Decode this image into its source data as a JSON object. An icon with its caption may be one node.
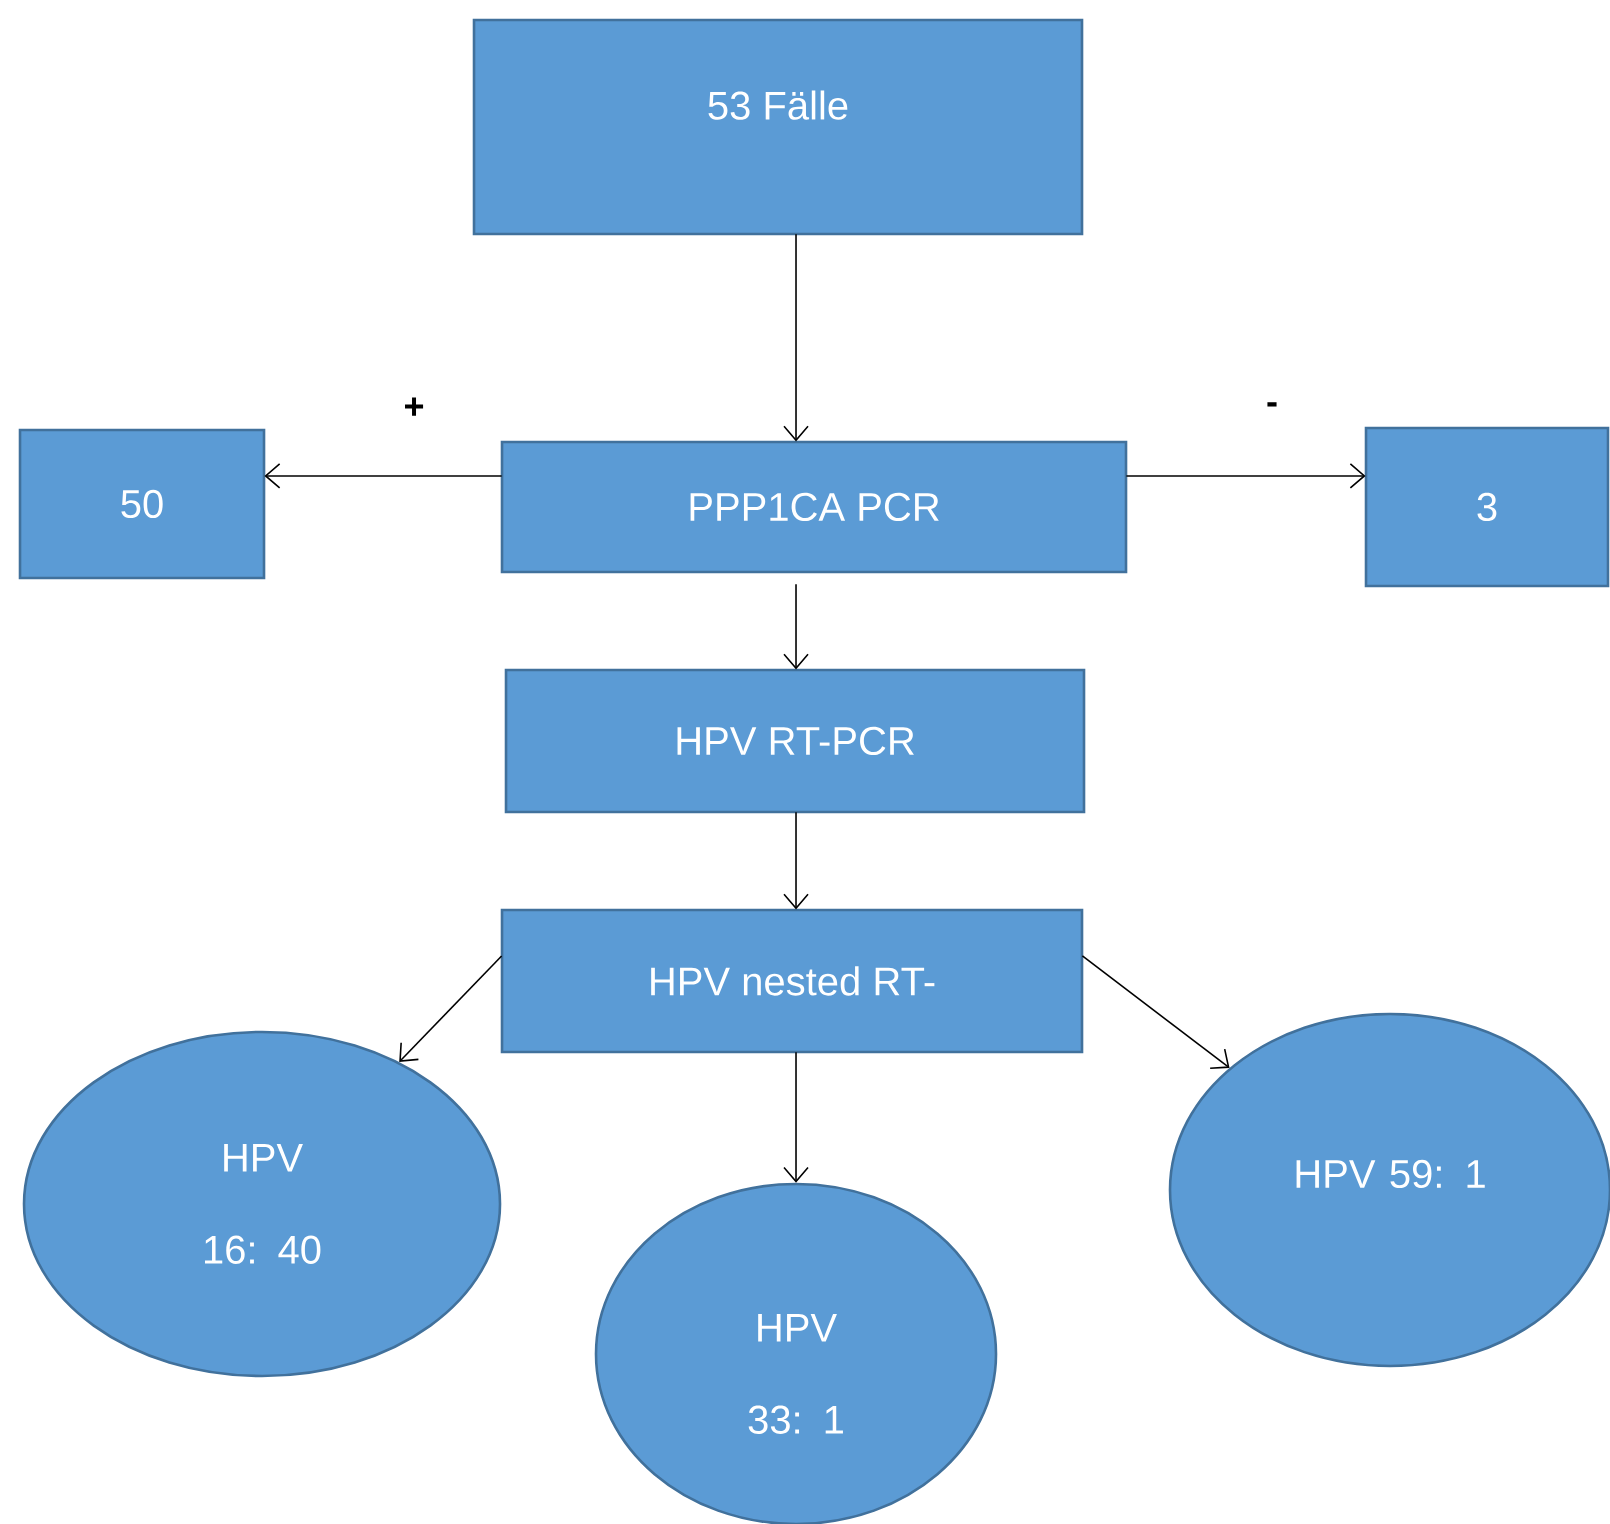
{
  "diagram": {
    "nodes": [
      {
        "text": [
          "53 Fälle"
        ]
      },
      {
        "text": [
          "50"
        ]
      },
      {
        "text": [
          "PPP1CA PCR"
        ]
      },
      {
        "text": [
          "3"
        ]
      },
      {
        "text": [
          "HPV RT-PCR"
        ]
      },
      {
        "text": [
          "HPV nested RT-"
        ]
      },
      {
        "text": [
          "HPV 16: 40"
        ]
      },
      {
        "text": [
          "HPV 33: 1"
        ]
      },
      {
        "text": [
          "HPV 59: 1"
        ]
      }
    ],
    "edges": [
      {
        "from": 0,
        "to": 2,
        "arrow": "to"
      },
      {
        "from": 2,
        "to": 1,
        "arrow": "to",
        "label": "+"
      },
      {
        "from": 2,
        "to": 3,
        "arrow": "to",
        "label": "-"
      },
      {
        "from": 2,
        "to": 4,
        "arrow": "to"
      },
      {
        "from": 4,
        "to": 5,
        "arrow": "to"
      },
      {
        "from": 5,
        "to": 6,
        "arrow": "to"
      },
      {
        "from": 5,
        "to": 7,
        "arrow": "to"
      },
      {
        "from": 5,
        "to": 8,
        "arrow": "to"
      }
    ]
  }
}
